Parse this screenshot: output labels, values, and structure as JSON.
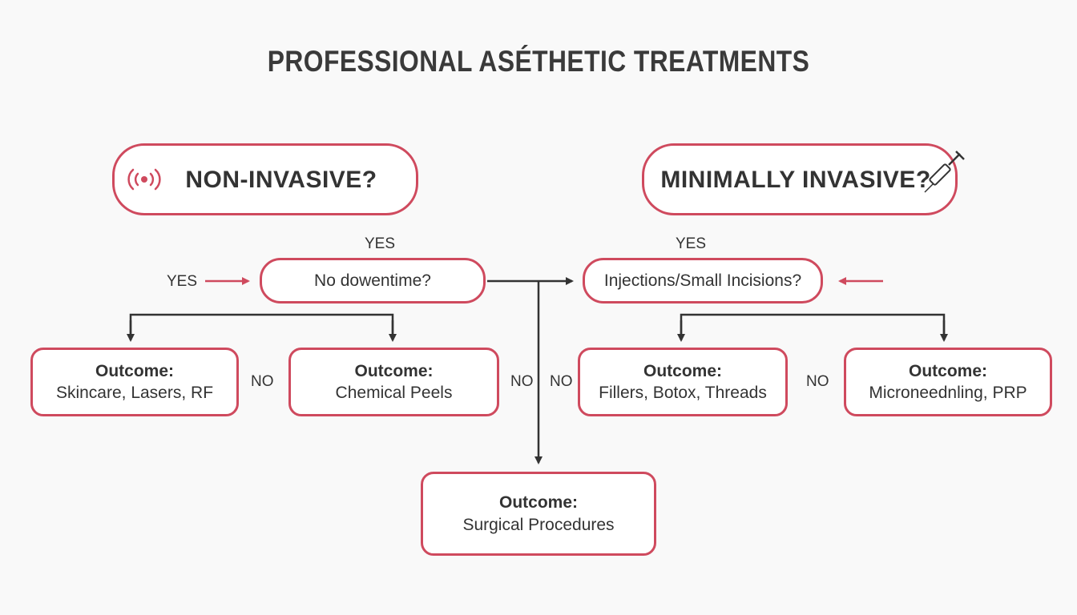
{
  "title": "PROFESSIONAL ASÉTHETIC TREATMENTS",
  "questions": {
    "non_invasive": "NON-INVASIVE?",
    "minimally_invasive": "MINIMALLY INVASIVE?",
    "no_downtime": "No dowentime?",
    "injections": "Injections/Small Incisions?"
  },
  "labels": {
    "yes_left_top": "YES",
    "yes_left_side": "YES",
    "yes_right_top": "YES",
    "no_1": "NO",
    "no_2": "NO",
    "no_3": "NO",
    "no_4": "NO"
  },
  "outcomes": [
    {
      "title": "Outcome:",
      "text": "Skincare, Lasers, RF"
    },
    {
      "title": "Outcome:",
      "text": "Chemical Peels"
    },
    {
      "title": "Outcome:",
      "text": "Fillers, Botox, Threads"
    },
    {
      "title": "Outcome:",
      "text": "Microneednling, PRP"
    },
    {
      "title": "Outcome:",
      "text": "Surgical Procedures"
    }
  ],
  "icons": {
    "left": "radio-waves-icon",
    "right": "syringe-icon"
  },
  "colors": {
    "accent": "#cf4a5e",
    "line": "#333333",
    "text": "#333333",
    "background": "#f9f9f9"
  }
}
